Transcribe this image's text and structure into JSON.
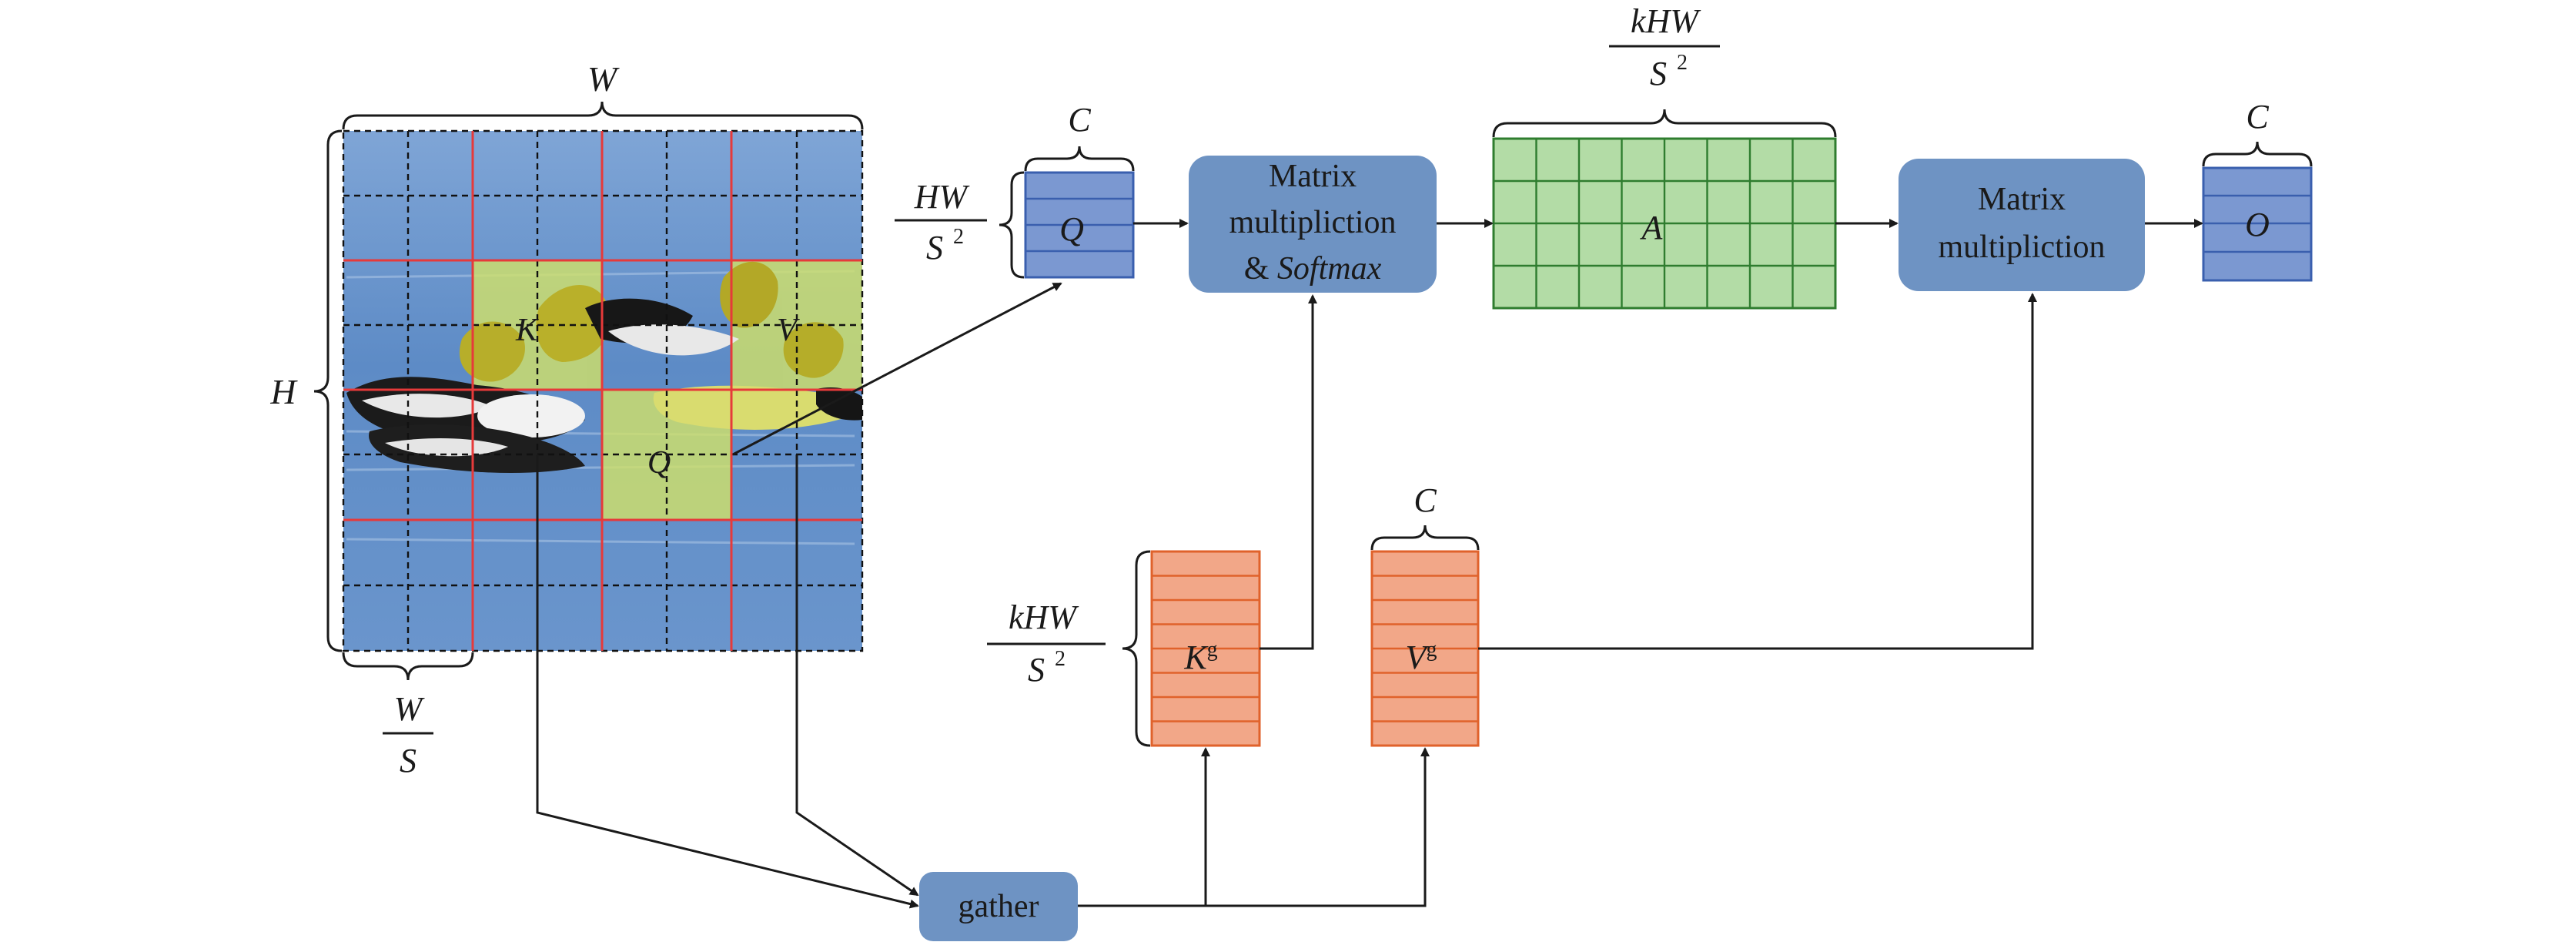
{
  "colors": {
    "query_blue": "#7b98d1",
    "query_edge": "#3a5fae",
    "op_box": "#6e93c3",
    "kv_orange": "#f2a788",
    "kv_edge": "#e0622b",
    "attn_green": "#b3dca6",
    "attn_edge": "#2f7d2f",
    "region_red": "#e63a3a",
    "line": "#1a1a1a"
  },
  "icons": [
    "duck-photo"
  ],
  "image_panel": {
    "label_width": "W",
    "label_height": "H",
    "label_region_w_num": "W",
    "label_region_w_den": "S",
    "label_k": "K",
    "label_v": "V",
    "label_q": "Q"
  },
  "q_block": {
    "label": "Q",
    "dim_top": "C",
    "dim_left_num": "HW",
    "dim_left_den": "S",
    "dim_left_den_sup": "2"
  },
  "matmul_softmax": {
    "line1": "Matrix",
    "line2": "multipliction",
    "line3_prefix": "& ",
    "line3_italic": "Softmax"
  },
  "attention_block": {
    "label": "A",
    "dim_top_num": "kHW",
    "dim_top_den": "S",
    "dim_top_den_sup": "2"
  },
  "matmul": {
    "line1": "Matrix",
    "line2": "multipliction"
  },
  "output_block": {
    "label": "O",
    "dim_top": "C"
  },
  "kg_block": {
    "label": "K",
    "label_sup": "g",
    "dim_left_num": "kHW",
    "dim_left_den": "S",
    "dim_left_den_sup": "2"
  },
  "vg_block": {
    "label": "V",
    "label_sup": "g",
    "dim_top": "C"
  },
  "gather": {
    "label": "gather"
  }
}
